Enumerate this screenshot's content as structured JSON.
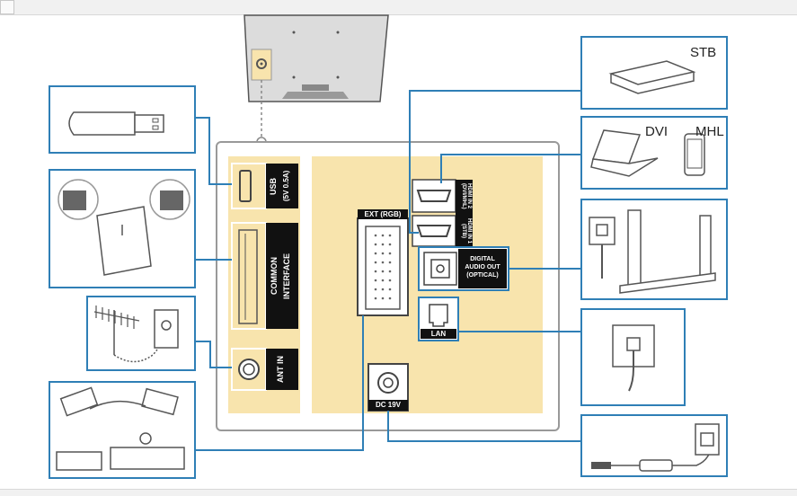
{
  "labels": {
    "stb": "STB",
    "dvi": "DVI",
    "mhl": "MHL",
    "usb": "USB",
    "usb_spec": "(5V 0.5A)",
    "common_interface_1": "COMMON",
    "common_interface_2": "INTERFACE",
    "ant_in": "ANT IN",
    "ext_rgb": "EXT (RGB)",
    "hdmi_2": "HDMI IN 2 (DVI/MHL)",
    "hdmi_1": "HDMI IN 1 (STB)",
    "digital_audio_1": "DIGITAL",
    "digital_audio_2": "AUDIO OUT",
    "digital_audio_3": "(OPTICAL)",
    "lan": "LAN",
    "dc": "DC 19V"
  },
  "colors": {
    "connector_line": "#2f7fb6",
    "panel_fill": "#f8e4ad",
    "label_fill": "#111111",
    "device_stroke": "#555555"
  }
}
